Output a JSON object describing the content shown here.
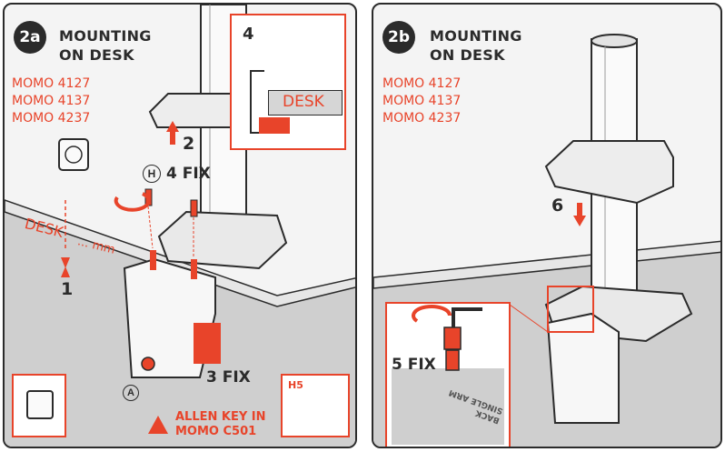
{
  "panel_a": {
    "step": "2a",
    "title_line1": "MOUNTING",
    "title_line2": "ON DESK",
    "models": [
      "MOMO 4127",
      "MOMO 4137",
      "MOMO 4237"
    ],
    "inset_step": "4",
    "inset_desk": "DESK",
    "step2": "2",
    "h_marker": "H",
    "step4_fix": "4 FIX",
    "desk_label": "DESK",
    "mm_label": "... mm",
    "step1": "1",
    "step3_fix": "3 FIX",
    "a_marker": "A",
    "allen_size": "H5",
    "allen_line1": "ALLEN KEY IN",
    "allen_line2": "MOMO C501",
    "warning_icon": "warning-triangle-icon"
  },
  "panel_b": {
    "step": "2b",
    "title_line1": "MOUNTING",
    "title_line2": "ON DESK",
    "models": [
      "MOMO 4127",
      "MOMO 4137",
      "MOMO 4237"
    ],
    "step6": "6",
    "step5_fix": "5 FIX",
    "plate_text1": "BACK",
    "plate_text2": "SINGLE ARM"
  },
  "colors": {
    "accent": "#e8442a",
    "ink": "#2b2b2b",
    "desk": "#d9d9d9"
  }
}
